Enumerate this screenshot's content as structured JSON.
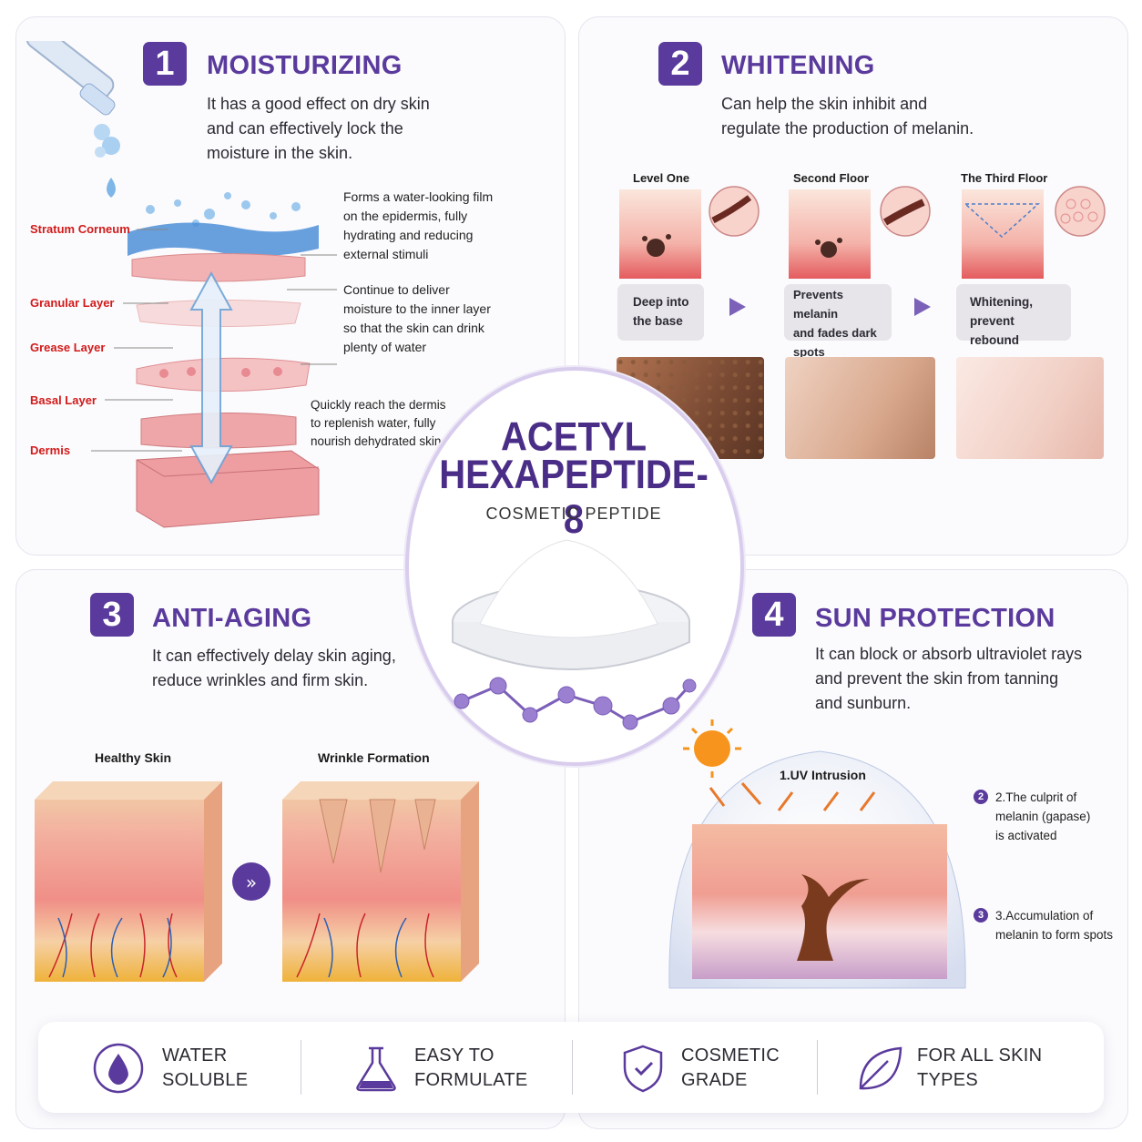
{
  "panels": {
    "moisturizing": {
      "number": "1",
      "title": "MOISTURIZING",
      "description": [
        "It has a good effect on dry skin",
        "and can effectively lock the",
        "moisture in the skin."
      ],
      "layers": [
        "Stratum Corneum",
        "Granular Layer",
        "Grease Layer",
        "Basal Layer",
        "Dermis"
      ],
      "notes": [
        [
          "Forms a water-looking film",
          "on the epidermis, fully",
          "hydrating and reducing",
          "external stimuli"
        ],
        [
          "Continue to deliver",
          "moisture to the inner layer",
          "so that the skin can drink",
          "plenty of water"
        ],
        [
          "Quickly reach the dermis",
          "to replenish water, fully",
          "nourish dehydrated skin"
        ]
      ]
    },
    "whitening": {
      "number": "2",
      "title": "WHITENING",
      "description": [
        "Can help the skin inhibit and",
        "regulate the production of melanin."
      ],
      "levels": [
        "Level One",
        "Second Floor",
        "The Third Floor"
      ],
      "steps": [
        [
          "Deep into",
          "the base"
        ],
        [
          "Prevents melanin",
          "and fades dark",
          "spots"
        ],
        [
          "Whitening,",
          "prevent rebound"
        ]
      ]
    },
    "anti_aging": {
      "number": "3",
      "title": "ANTI-AGING",
      "description": [
        "It can effectively delay skin aging,",
        "reduce wrinkles and firm skin."
      ],
      "labels": [
        "Healthy Skin",
        "Wrinkle Formation"
      ]
    },
    "sun_protection": {
      "number": "4",
      "title": "SUN PROTECTION",
      "description": [
        "It can block or absorb ultraviolet rays",
        "and prevent the skin from tanning",
        "and sunburn."
      ],
      "uv_label": "1.UV Intrusion",
      "callouts": [
        {
          "num": "2",
          "lines": [
            "2.The culprit of",
            "melanin (gapase)",
            "is activated"
          ]
        },
        {
          "num": "3",
          "lines": [
            "3.Accumulation of",
            "melanin to form spots"
          ]
        }
      ]
    }
  },
  "hero": {
    "title_line1": "ACETYL",
    "title_line2": "HEXAPEPTIDE-8",
    "subtitle": "COSMETIC PEPTIDE"
  },
  "features": [
    {
      "icon": "water-drop-icon",
      "lines": [
        "WATER",
        "SOLUBLE"
      ]
    },
    {
      "icon": "flask-icon",
      "lines": [
        "EASY TO",
        "FORMULATE"
      ]
    },
    {
      "icon": "shield-icon",
      "lines": [
        "COSMETIC",
        "GRADE"
      ]
    },
    {
      "icon": "leaf-icon",
      "lines": [
        "FOR ALL SKIN",
        "TYPES"
      ]
    }
  ],
  "colors": {
    "accent": "#5a3a9c",
    "label_red": "#d21a1a",
    "panel_border": "#e6e3ee"
  }
}
